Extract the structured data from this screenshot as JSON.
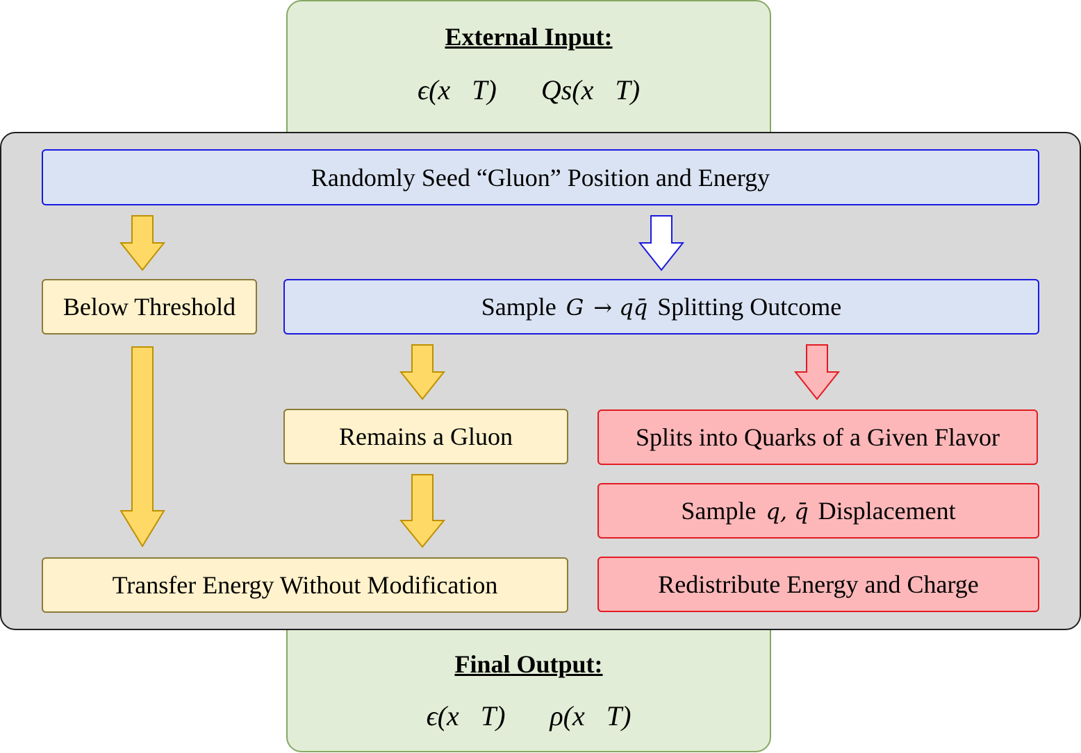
{
  "external_input": {
    "title": "External Input:",
    "var1": "ϵ(x⃗T)",
    "var2": "Qs(x⃗T)"
  },
  "final_output": {
    "title": "Final Output:",
    "var1": "ϵ(x⃗T)",
    "var2": "ρ(x⃗T)"
  },
  "nodes": {
    "seed": "Randomly Seed “Gluon” Position and Energy",
    "below_threshold": "Below Threshold",
    "sample_split_prefix": "Sample",
    "sample_split_g": "G",
    "sample_split_arrow": "→ qq̄",
    "sample_split_suffix": "Splitting Outcome",
    "remains_gluon": "Remains a Gluon",
    "splits_quarks": "Splits into Quarks of a Given Flavor",
    "sample_disp_prefix": "Sample",
    "sample_disp_math": "q, q̄",
    "sample_disp_suffix": "Displacement",
    "transfer_energy": "Transfer Energy Without Modification",
    "redistribute": "Redistribute Energy and Charge"
  },
  "colors": {
    "yellow_arrow": "#ffd966",
    "yellow_arrow_stroke": "#bf9000",
    "blue_arrow_stroke": "#1a1ae0",
    "red_arrow_stroke": "#e31b23"
  }
}
